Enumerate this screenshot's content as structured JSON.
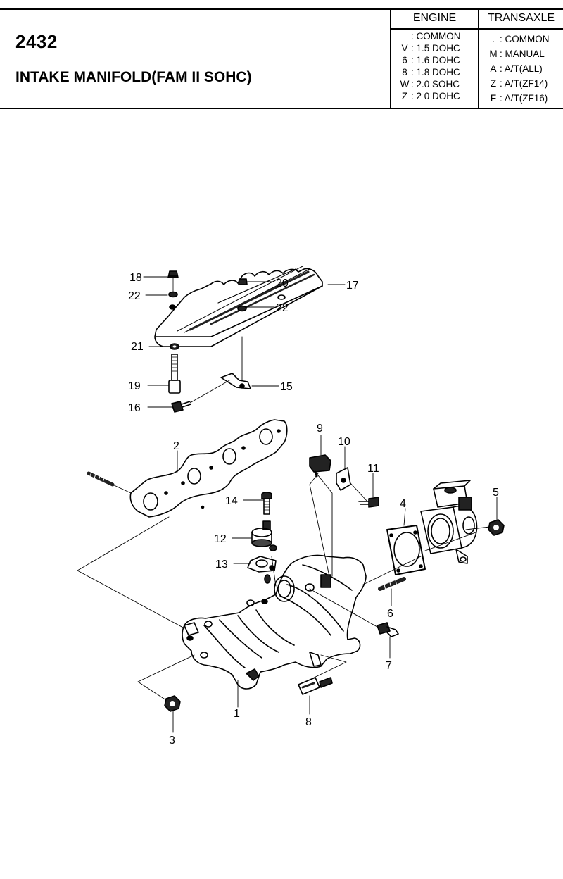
{
  "header": {
    "code": "2432",
    "title": "INTAKE MANIFOLD(FAM II SOHC)",
    "engine_heading": "ENGINE",
    "transaxle_heading": "TRANSAXLE",
    "engine_codes": [
      {
        "key": "",
        "value": ": COMMON"
      },
      {
        "key": "V",
        "value": ": 1.5 DOHC"
      },
      {
        "key": "6",
        "value": ": 1.6 DOHC"
      },
      {
        "key": "8",
        "value": ": 1.8 DOHC"
      },
      {
        "key": "W",
        "value": ": 2.0 SOHC"
      },
      {
        "key": "Z",
        "value": ": 2 0 DOHC"
      }
    ],
    "transaxle_codes": [
      {
        "key": ".",
        "value": ": COMMON"
      },
      {
        "key": "M",
        "value": ": MANUAL"
      },
      {
        "key": "A",
        "value": ": A/T(ALL)"
      },
      {
        "key": "Z",
        "value": ": A/T(ZF14)"
      },
      {
        "key": "F",
        "value": ": A/T(ZF16)"
      }
    ]
  },
  "callouts": [
    "1",
    "2",
    "3",
    "4",
    "5",
    "6",
    "7",
    "8",
    "9",
    "10",
    "11",
    "12",
    "13",
    "14",
    "15",
    "16",
    "17",
    "18",
    "19",
    "20",
    "21",
    "22",
    "22"
  ]
}
